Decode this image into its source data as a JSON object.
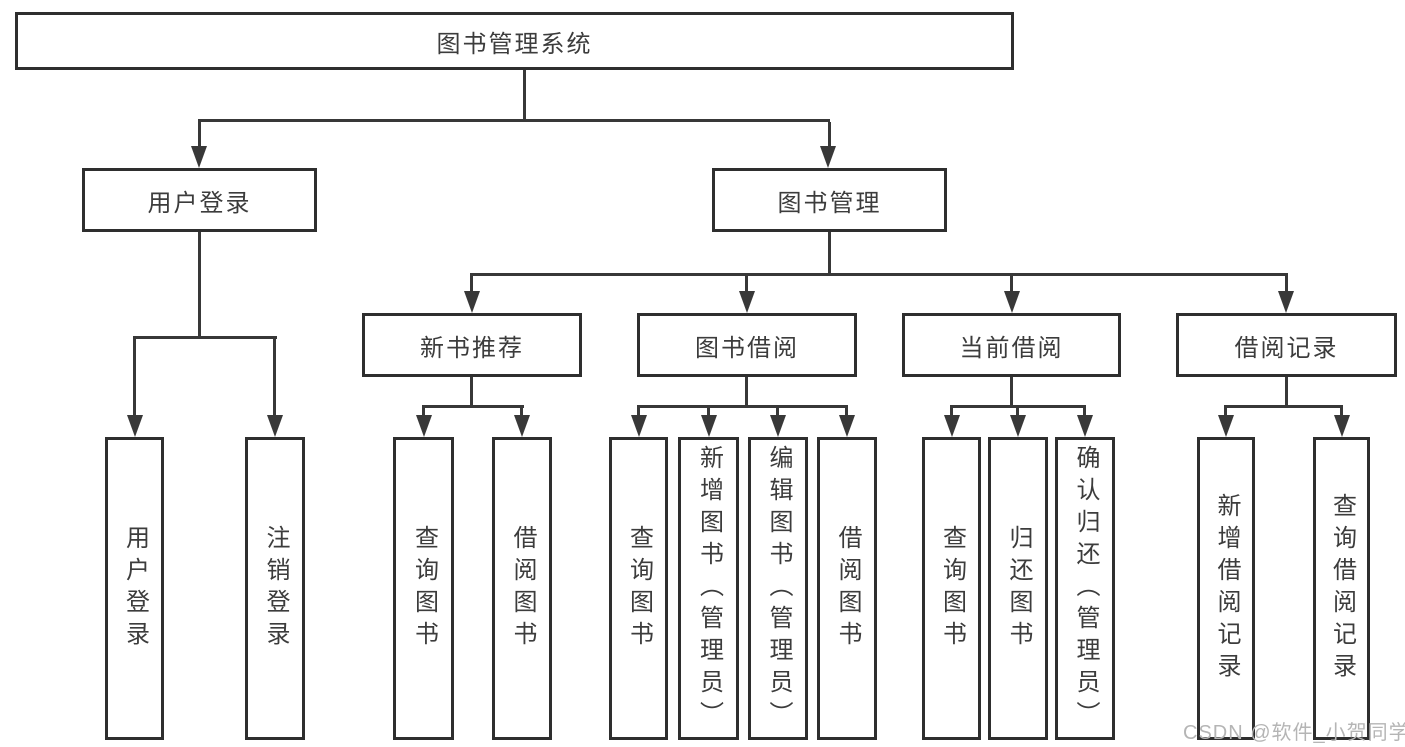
{
  "tree": {
    "root": "图书管理系统",
    "l2": [
      "用户登录",
      "图书管理"
    ],
    "l3": [
      "新书推荐",
      "图书借阅",
      "当前借阅",
      "借阅记录"
    ],
    "leaves": [
      "用户登录",
      "注销登录",
      "查询图书",
      "借阅图书",
      "查询图书",
      "新增图书（管理员）",
      "编辑图书（管理员）",
      "借阅图书",
      "查询图书",
      "归还图书",
      "确认归还（管理员）",
      "新增借阅记录",
      "查询借阅记录"
    ]
  },
  "watermark": "CSDN @软件_小贺同学",
  "colors": {
    "line": "#383838",
    "box_border": "#2e2e2e",
    "text": "#3c3c3c",
    "watermark": "#b5b5b5",
    "background": "#ffffff"
  }
}
